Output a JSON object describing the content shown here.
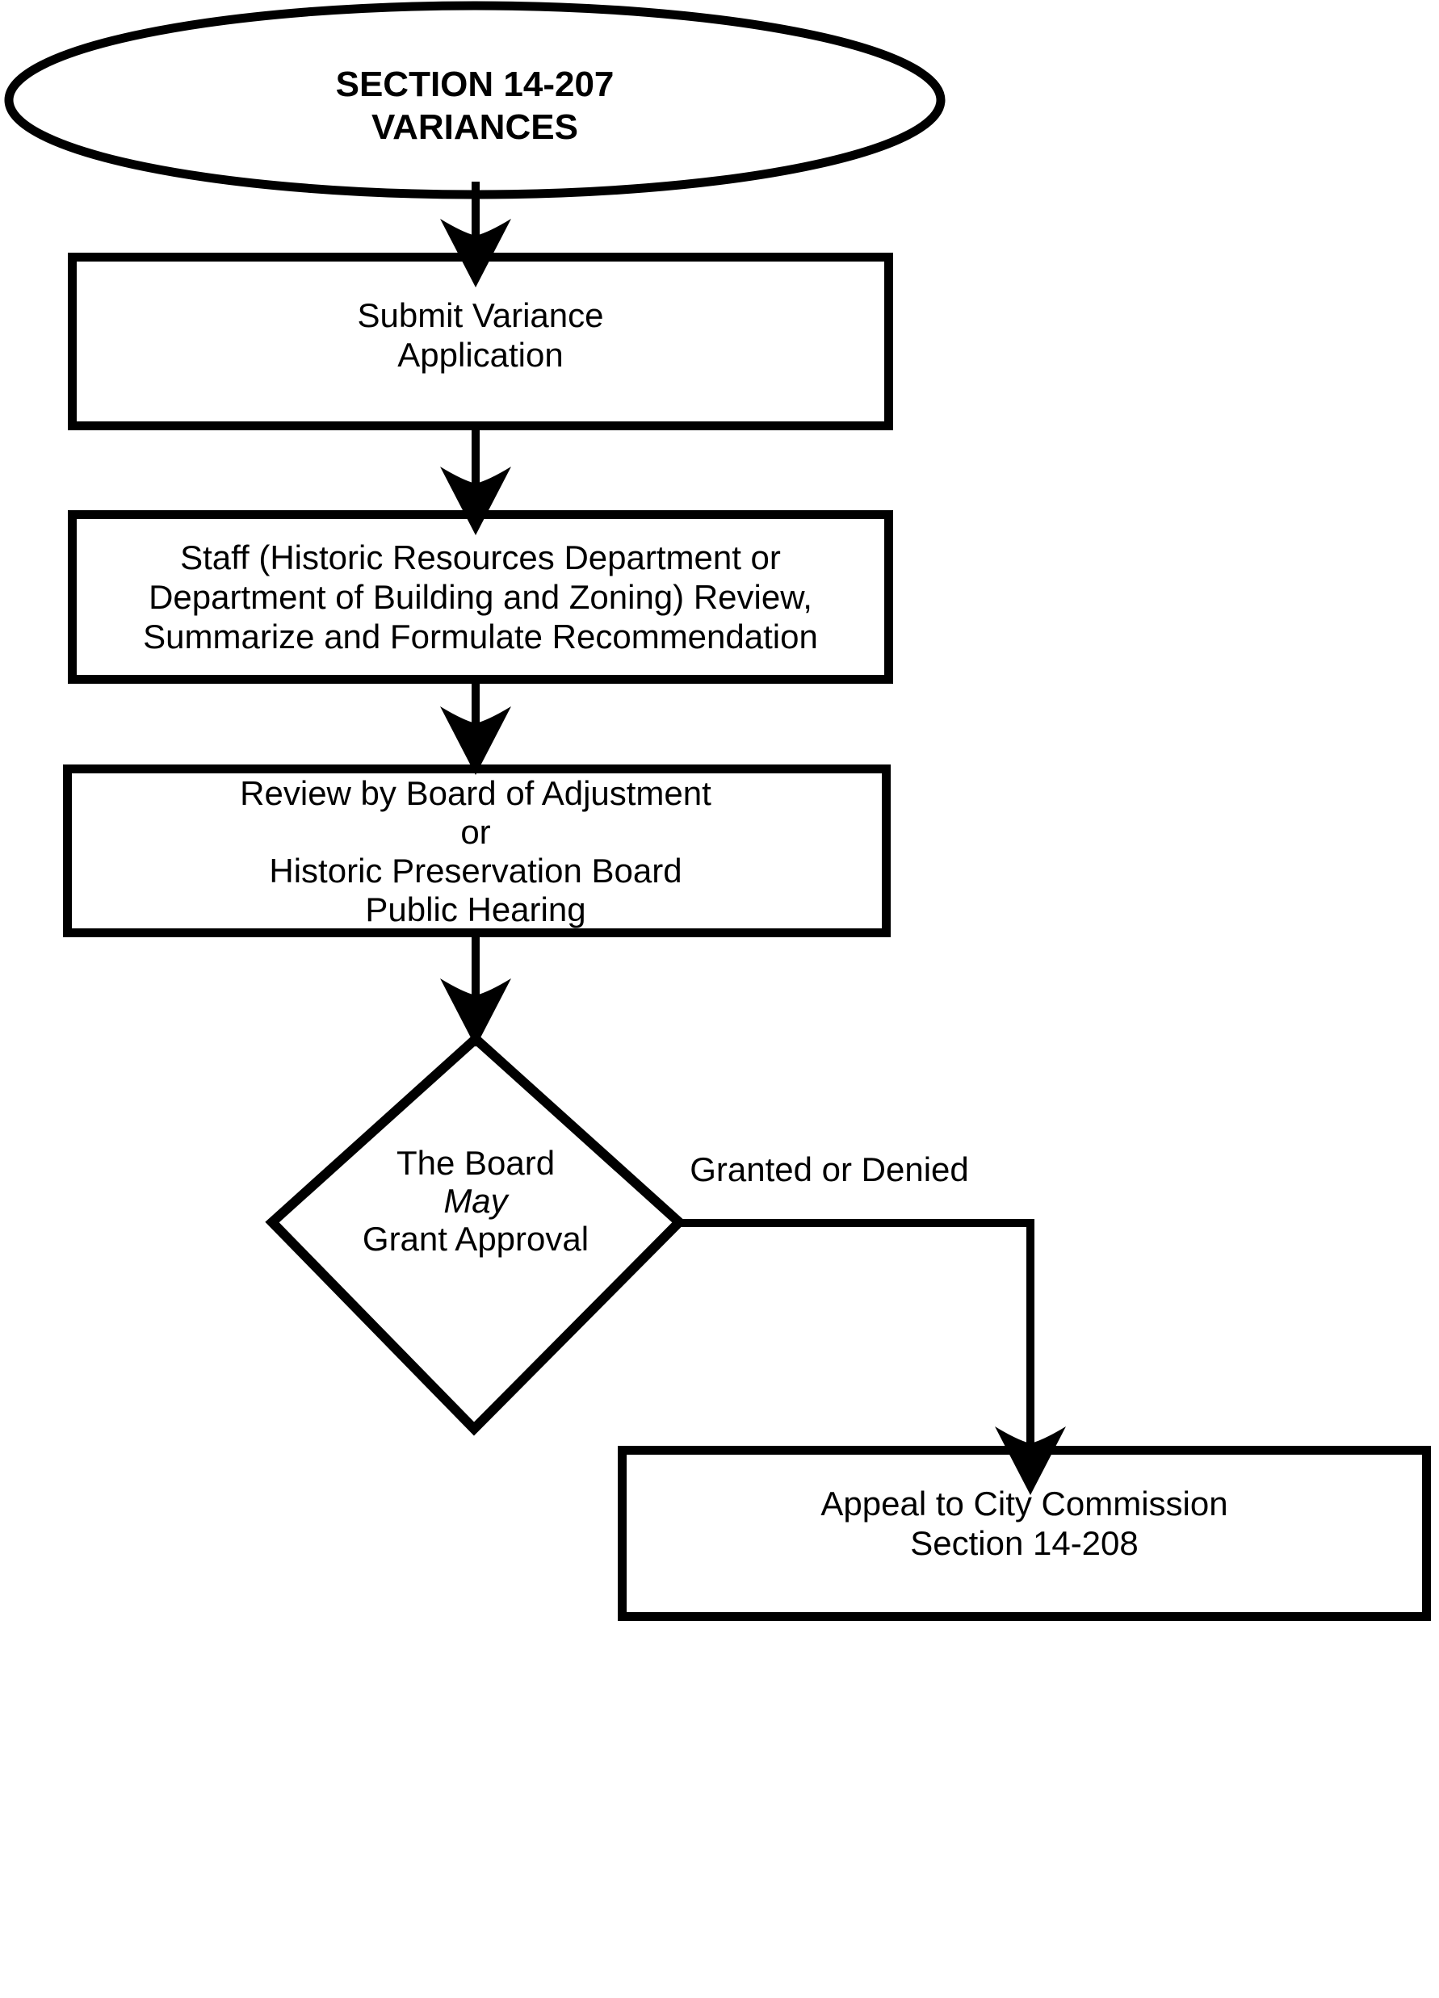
{
  "nodes": {
    "start": {
      "line1": "SECTION 14-207",
      "line2": "VARIANCES"
    },
    "submit": {
      "line1": "Submit Variance",
      "line2": "Application"
    },
    "staff_review": {
      "line1": "Staff (Historic Resources Department or",
      "line2": "Department of Building and Zoning) Review,",
      "line3": "Summarize and Formulate Recommendation"
    },
    "board_review": {
      "line1": "Review by Board of Adjustment",
      "line2": "or",
      "line3": "Historic Preservation Board",
      "line4": "Public Hearing"
    },
    "decision": {
      "line1": "The Board",
      "line2": "May",
      "line3": "Grant Approval"
    },
    "appeal": {
      "line1": "Appeal to City Commission",
      "line2": "Section 14-208"
    }
  },
  "edges": {
    "decision_to_appeal_label": "Granted or Denied"
  },
  "colors": {
    "ink": "#000000",
    "background": "#ffffff"
  }
}
